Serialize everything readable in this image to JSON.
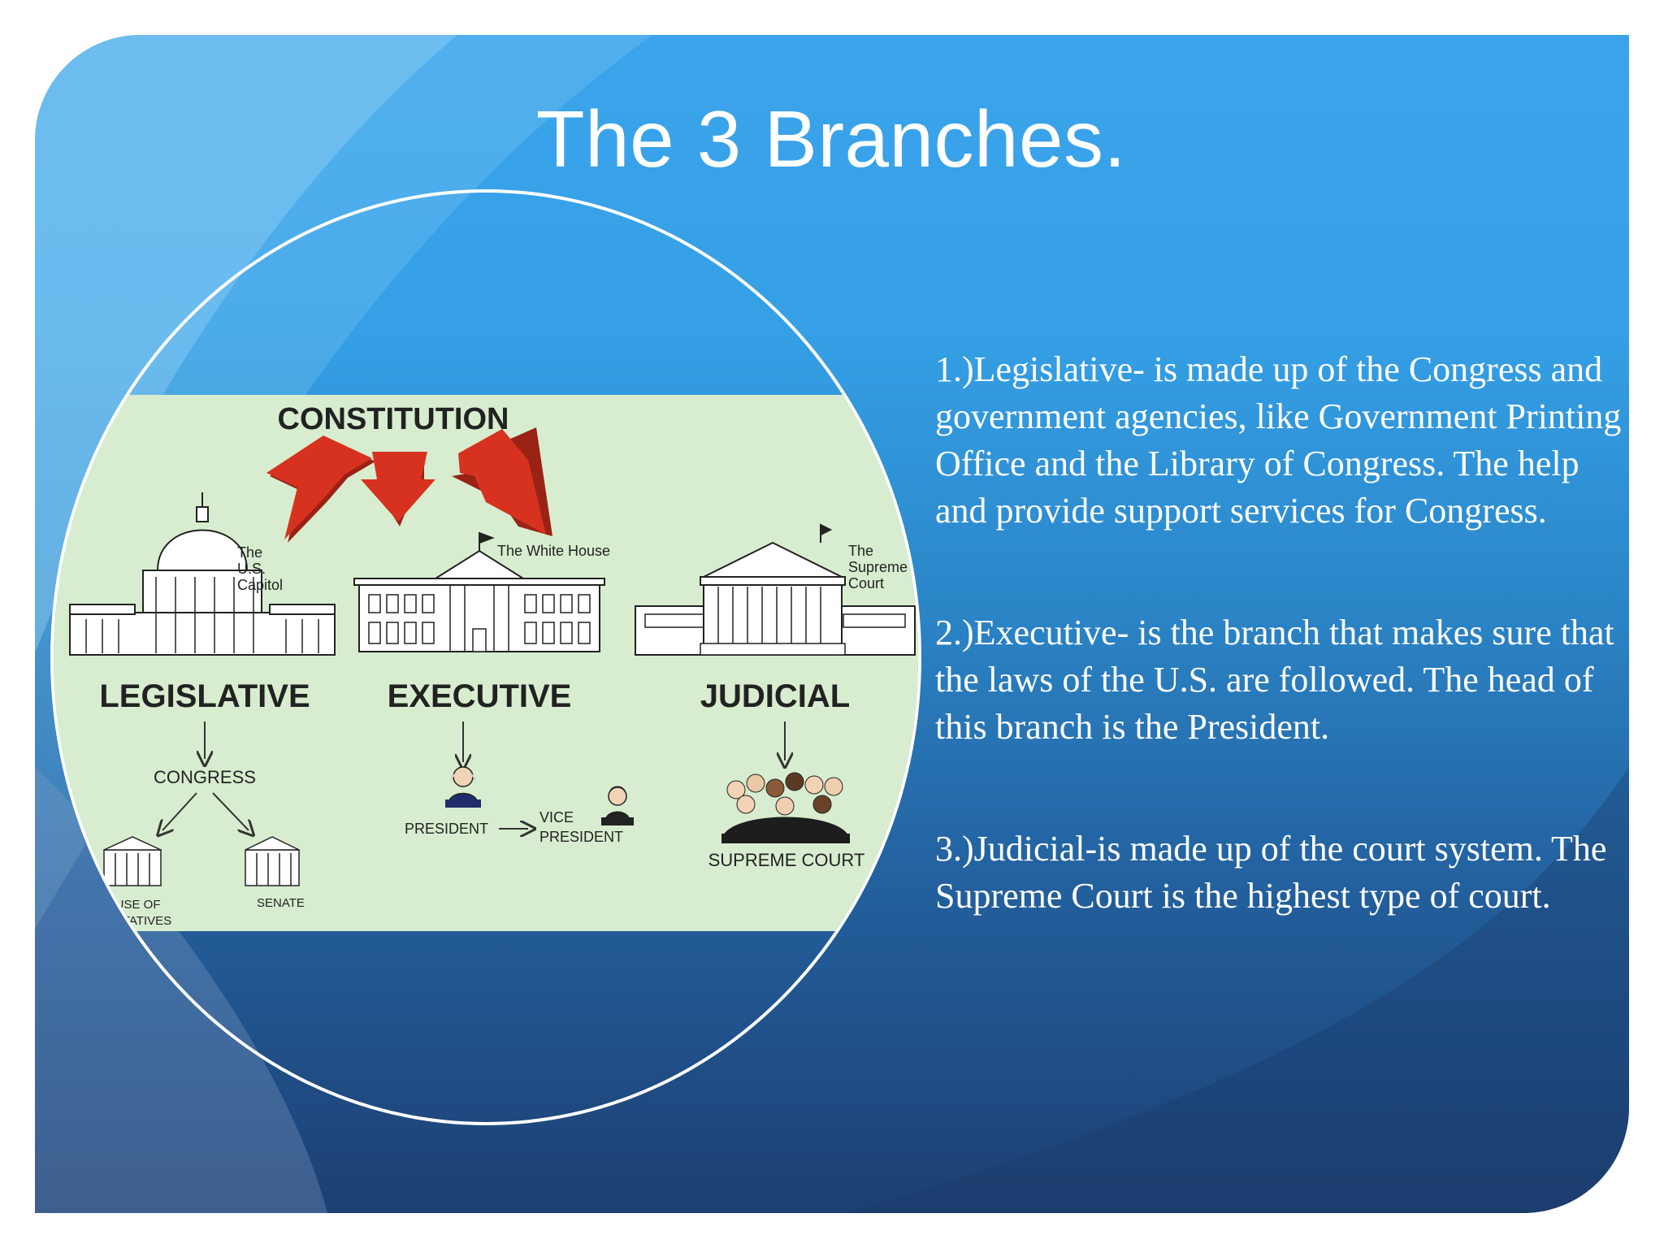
{
  "slide": {
    "title": "The 3 Branches.",
    "bullets": [
      "1.)Legislative- is made up of the Congress and government agencies, like Government Printing Office and the Library of Congress. The help and provide support services for Congress.",
      "2.)Executive- is the branch that makes sure that the laws of the U.S. are followed. The head of this branch is the President.",
      "3.)Judicial-is made up of the court system. The Supreme Court is the highest type of court."
    ]
  },
  "diagram": {
    "heading": "CONSTITUTION",
    "branches": {
      "legislative": {
        "label": "LEGISLATIVE",
        "building_caption": [
          "The",
          "U.S.",
          "Capitol"
        ],
        "body": "CONGRESS",
        "houses": [
          "OUSE OF",
          "ENTATIVES",
          "SENATE"
        ]
      },
      "executive": {
        "label": "EXECUTIVE",
        "building_caption": "The White House",
        "president": "PRESIDENT",
        "vice_president": [
          "VICE",
          "PRESIDENT"
        ]
      },
      "judicial": {
        "label": "JUDICIAL",
        "building_caption": [
          "The",
          "Supreme",
          "Court"
        ],
        "court": "SUPREME COURT"
      }
    },
    "colors": {
      "arrow": "#d6321f",
      "panel": "#d8edcf",
      "ink": "#222222"
    },
    "icons": [
      "capitol-icon",
      "white-house-icon",
      "supreme-court-icon",
      "president-icon",
      "vice-president-icon",
      "justices-icon"
    ]
  }
}
